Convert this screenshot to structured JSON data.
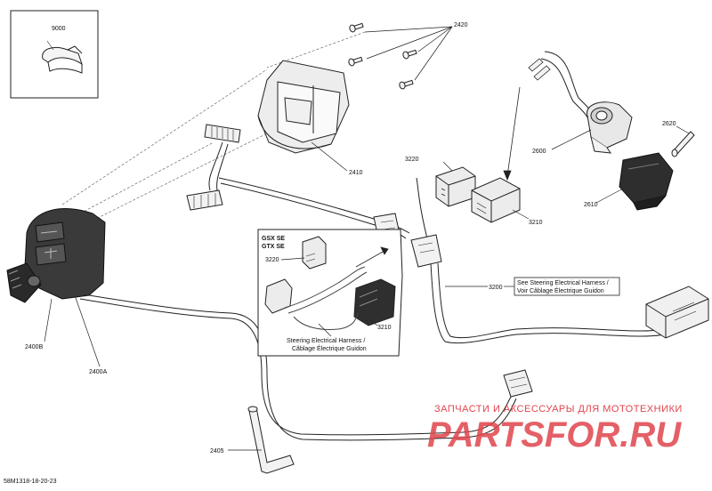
{
  "diagram": {
    "part_labels": [
      "9000",
      "2420",
      "2410",
      "3220",
      "3210",
      "2600",
      "2620",
      "2610",
      "2400B",
      "2400A",
      "3200",
      "2405"
    ],
    "inset_lines": [
      "GSX SE",
      "GTX SE"
    ],
    "inset_part_labels": [
      "3220",
      "3210"
    ],
    "inset_caption_lines": [
      "Steering Electrical Harness /",
      "Câblage Électrique Guidon"
    ],
    "callout_lines": [
      "See Steering Electrical Harness /",
      "Voir Câblage Électrique Guidon"
    ],
    "figure_id": "58M1318-18-20-23"
  },
  "watermark": {
    "line1": "ЗАПЧАСТИ И АКСЕССУАРЫ ДЛЯ МОТОТЕХНИКИ",
    "line2": "PARTSFOR.RU",
    "color": "#e0454d"
  }
}
